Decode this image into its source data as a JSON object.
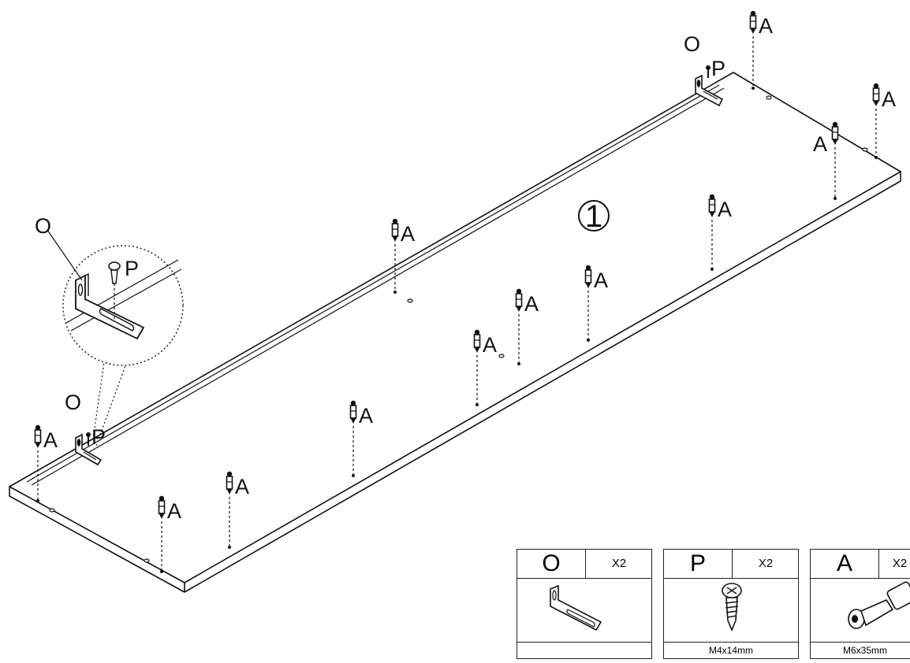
{
  "step_number": "1",
  "labels": {
    "bracket": "O",
    "screw": "P",
    "cam_bolt": "A"
  },
  "parts": [
    {
      "letter": "O",
      "qty": "X2",
      "size": ""
    },
    {
      "letter": "P",
      "qty": "X2",
      "size": "M4x14mm"
    },
    {
      "letter": "A",
      "qty": "X2",
      "size": "M6x35mm"
    }
  ],
  "colors": {
    "line": "#111111",
    "background": "#ffffff"
  }
}
